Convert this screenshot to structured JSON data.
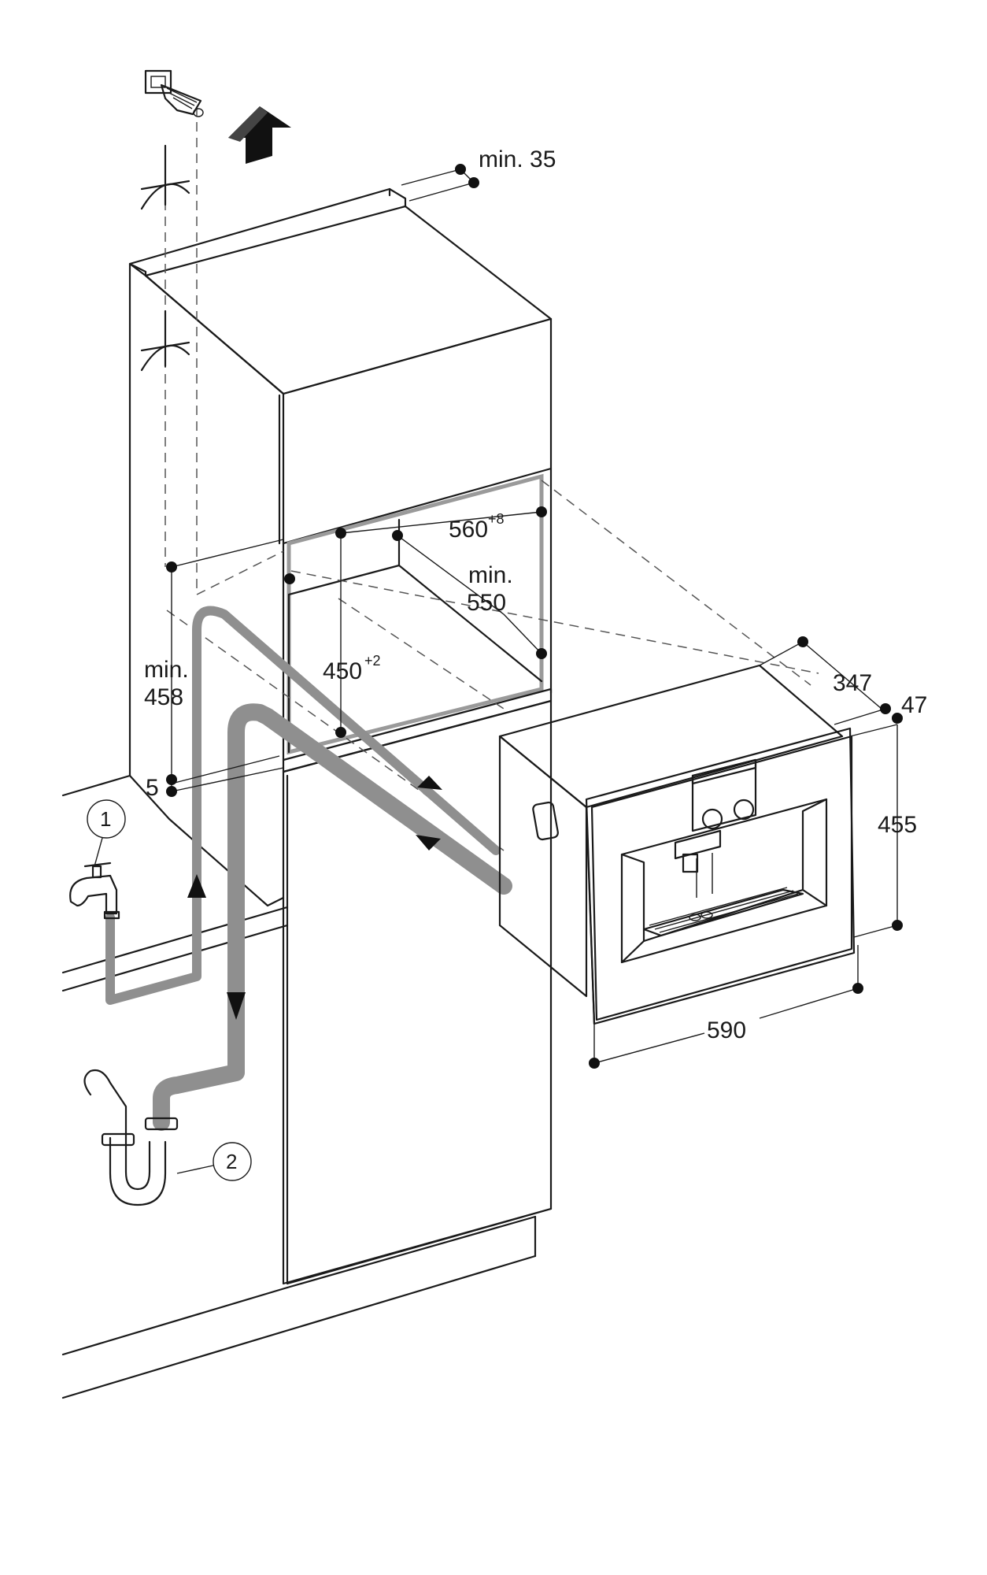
{
  "dimensions": {
    "top_clearance": "min. 35",
    "niche_width": "560",
    "niche_width_tol": "+8",
    "niche_depth_line1": "min.",
    "niche_depth_line2": "550",
    "niche_height": "450",
    "niche_height_tol": "+2",
    "supply_height_line1": "min.",
    "supply_height_line2": "458",
    "bottom_offset": "5",
    "appliance_depth": "347",
    "front_thickness": "47",
    "appliance_height": "455",
    "appliance_width": "590"
  },
  "callouts": {
    "water_tap": "1",
    "drain_siphon": "2"
  },
  "colors": {
    "line": "#1a1a1a",
    "hose": "#8f8f8f",
    "cavity_frame": "#9a9a9a",
    "dashed": "#555555",
    "background": "#ffffff"
  },
  "icons": [
    "network-socket-icon",
    "vent-up-arrow-icon",
    "water-tap-icon",
    "drain-siphon-icon"
  ]
}
